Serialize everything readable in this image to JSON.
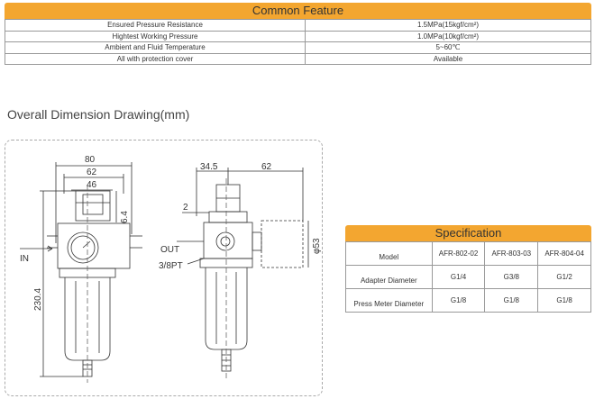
{
  "common_feature": {
    "title": "Common Feature",
    "rows": [
      {
        "label": "Ensured Pressure Resistance",
        "value": "1.5MPa(15kgf/cm²)"
      },
      {
        "label": "Hightest Working Pressure",
        "value": "1.0MPa(10kgf/cm²)"
      },
      {
        "label": "Ambient and Fluid Temperature",
        "value": "5~60℃"
      },
      {
        "label": "All with protection cover",
        "value": "Available"
      }
    ]
  },
  "section_title": "Overall Dimension Drawing(mm)",
  "drawing": {
    "dim_80": "80",
    "dim_62_left": "62",
    "dim_46": "46",
    "dim_64": "6.4",
    "dim_2304": "230.4",
    "label_in": "IN",
    "dim_345": "34.5",
    "dim_62_right": "62",
    "dim_2": "2",
    "label_out": "OUT",
    "label_38pt": "3/8PT",
    "dim_phi53": "φ53"
  },
  "specification": {
    "title": "Specification",
    "header_label": "Model",
    "models": [
      "AFR-802-02",
      "AFR-803-03",
      "AFR-804-04"
    ],
    "rows": [
      {
        "label": "Adapter Diameter",
        "values": [
          "G1/4",
          "G3/8",
          "G1/2"
        ]
      },
      {
        "label": "Press Meter Diameter",
        "values": [
          "G1/8",
          "G1/8",
          "G1/8"
        ]
      }
    ]
  }
}
